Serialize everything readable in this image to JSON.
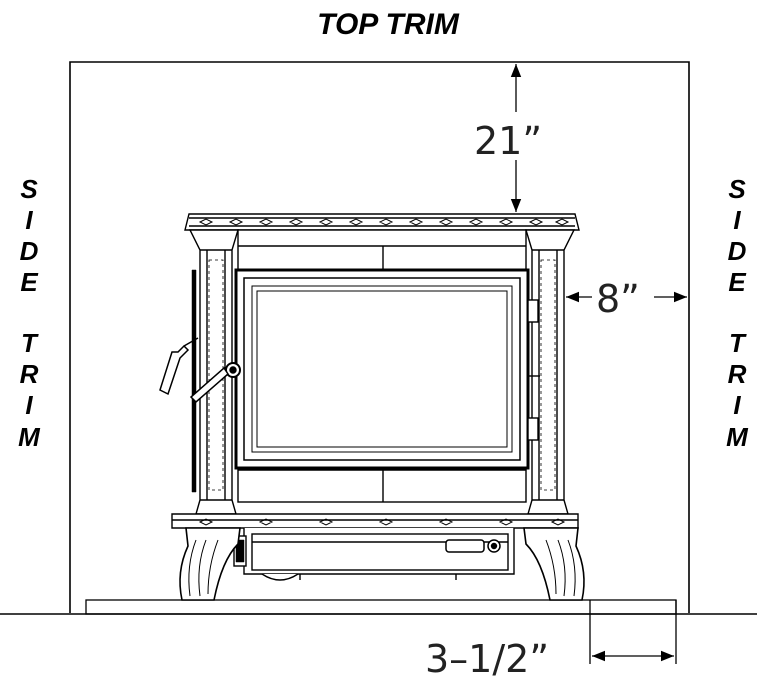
{
  "labels": {
    "top_trim": "TOP TRIM",
    "side_trim_left": [
      "S",
      "I",
      "D",
      "E",
      "T",
      "R",
      "I",
      "M"
    ],
    "side_trim_right": [
      "S",
      "I",
      "D",
      "E",
      "T",
      "R",
      "I",
      "M"
    ]
  },
  "dimensions": {
    "top_clearance": "21”",
    "side_clearance": "8”",
    "hearth_extension": "3–1/2”"
  },
  "colors": {
    "line": "#000000",
    "background": "#ffffff"
  }
}
